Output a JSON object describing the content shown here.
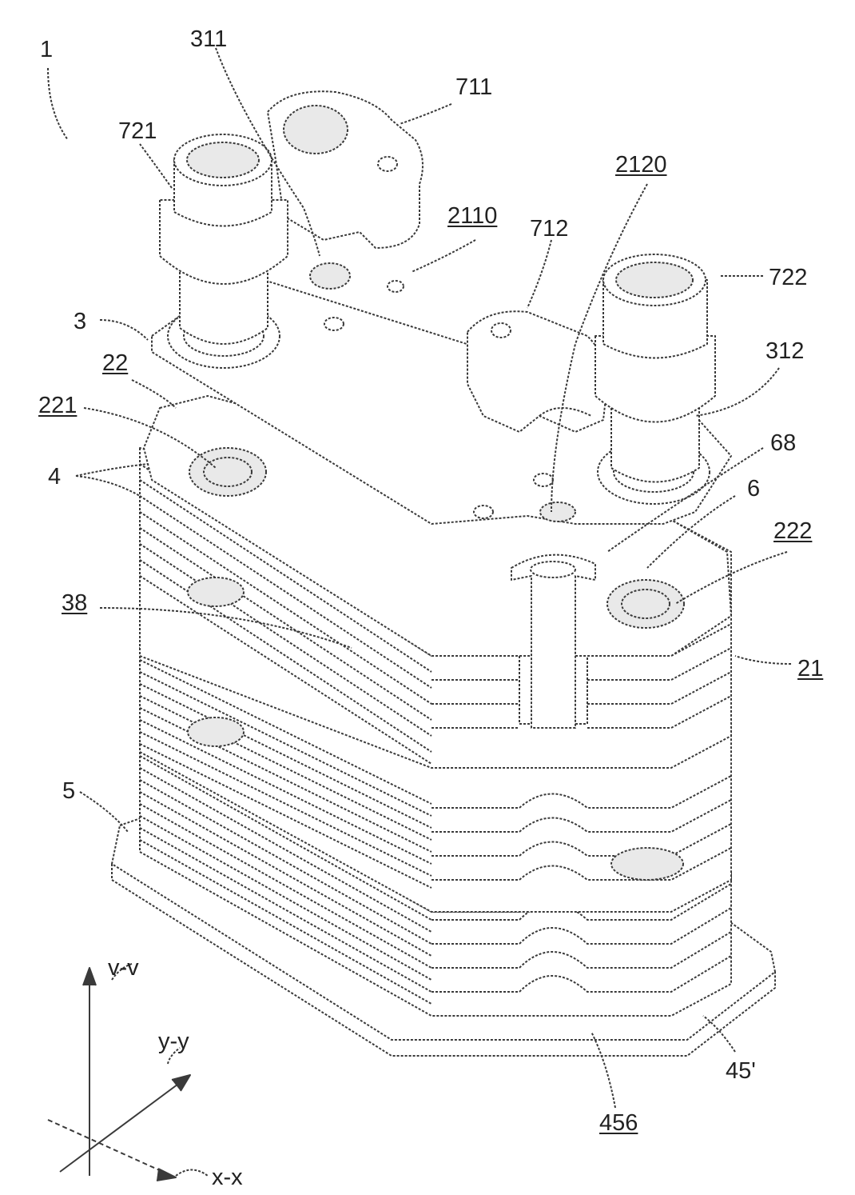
{
  "labels": {
    "l1": "1",
    "l311": "311",
    "l711": "711",
    "l721": "721",
    "l2120": "2120",
    "l2110": "2110",
    "l712": "712",
    "l722": "722",
    "l3": "3",
    "l312": "312",
    "l22": "22",
    "l221": "221",
    "l68": "68",
    "l4": "4",
    "l6": "6",
    "l222": "222",
    "l38": "38",
    "l21": "21",
    "l5": "5",
    "l456": "456",
    "l45p": "45'"
  },
  "axes": {
    "v": "v-v",
    "y": "y-y",
    "x": "x-x"
  },
  "colors": {
    "line": "#3a3a3a",
    "fill": "#ffffff",
    "shade": "#e9e9e9"
  }
}
